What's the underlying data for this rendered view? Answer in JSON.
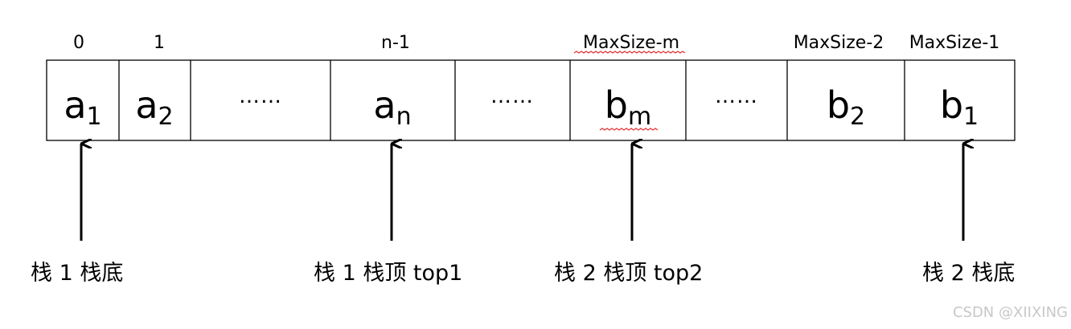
{
  "index_labels": [
    "0",
    "1",
    "n-1",
    "MaxSize-m",
    "MaxSize-2",
    "MaxSize-1"
  ],
  "cells": [
    {
      "base": "a",
      "sub": "1"
    },
    {
      "base": "a",
      "sub": "2"
    },
    {
      "text": "……"
    },
    {
      "base": "a",
      "sub": "n"
    },
    {
      "text": "……"
    },
    {
      "base": "b",
      "sub": "m"
    },
    {
      "text": "……"
    },
    {
      "base": "b",
      "sub": "2"
    },
    {
      "base": "b",
      "sub": "1"
    }
  ],
  "captions": [
    "栈 1 栈底",
    "栈 1 栈顶 top1",
    "栈 2 栈顶 top2",
    "栈 2 栈底"
  ],
  "watermark": "CSDN @XIIXING"
}
